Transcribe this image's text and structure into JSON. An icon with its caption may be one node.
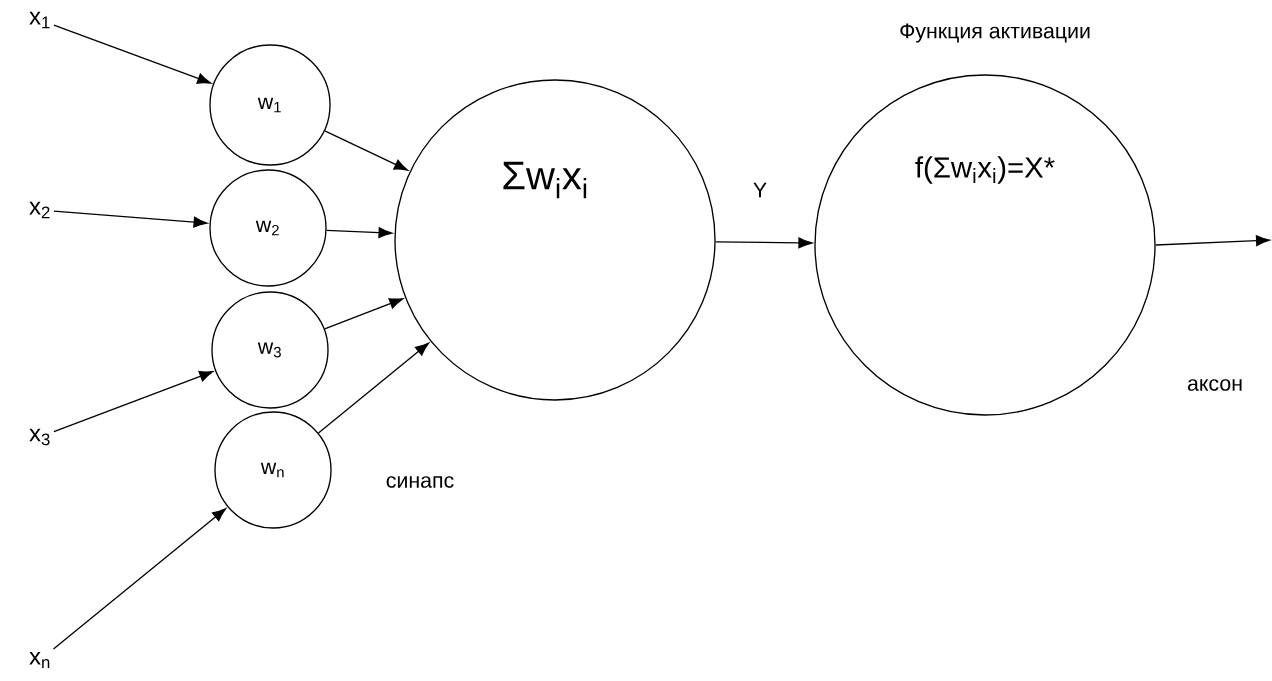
{
  "diagram": {
    "nodes": [
      {
        "text": [
          "x$_{1}$"
        ]
      },
      {
        "text": [
          "x$_{2}$"
        ]
      },
      {
        "text": [
          "x$_{3}$"
        ]
      },
      {
        "text": [
          "x$_{n}$"
        ]
      },
      {
        "text": [
          "w$_{1}$"
        ]
      },
      {
        "text": [
          "w$_{2}$"
        ]
      },
      {
        "text": [
          "w$_{3}$"
        ]
      },
      {
        "text": [
          "w$_{n}$"
        ]
      },
      {
        "text": [
          "Σw$_{i}$x$_{i}$"
        ]
      },
      {
        "text": [
          "Функция активации",
          "f(Σw$_{i}$x$_{i}$)=X*"
        ]
      }
    ],
    "edges": [
      {
        "from": 0,
        "to": 4,
        "arrow": "to"
      },
      {
        "from": 4,
        "to": 8,
        "arrow": "to"
      },
      {
        "from": 1,
        "to": 5,
        "arrow": "to"
      },
      {
        "from": 5,
        "to": 8,
        "arrow": "to"
      },
      {
        "from": 6,
        "to": 8,
        "arrow": "to"
      },
      {
        "from": 2,
        "to": 6,
        "arrow": "to"
      },
      {
        "from": 7,
        "to": 8,
        "arrow": "to"
      },
      {
        "from": 3,
        "to": 7,
        "arrow": "to"
      },
      {
        "from": 8,
        "to": 9,
        "arrow": "to",
        "label": "Y"
      },
      {
        "from": 9,
        "to": null,
        "arrow": "to"
      }
    ],
    "labels": [
      "аксон",
      "синапс"
    ]
  }
}
